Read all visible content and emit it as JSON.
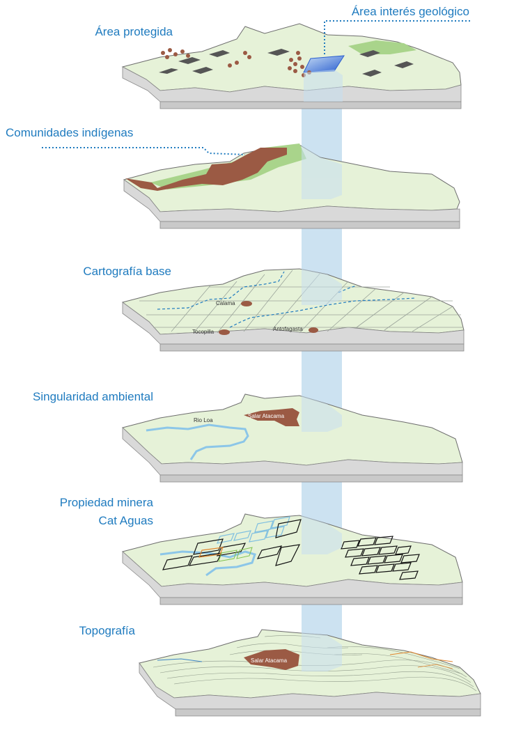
{
  "callouts": {
    "area_interes": "Área interés geológico",
    "area_protegida": "Área protegida",
    "comunidades": "Comunidades indígenas",
    "cartografia": "Cartografía base",
    "singularidad": "Singularidad ambiental",
    "propiedad_line1": "Propiedad minera",
    "propiedad_line2": "Cat Aguas",
    "topografia": "Topografía"
  },
  "map_labels": {
    "calama": "Calama",
    "tocopilla": "Tocopilla",
    "antofagasta": "Antofagasta",
    "rio_loa": "Rio Loa",
    "salar_atacama": "Salar Atacama",
    "salar_atacama_topo": "Salar Atacama"
  },
  "colors": {
    "callout_text": "#1f7bbf",
    "land": "#e6f2d8",
    "land_edge": "#6d6d6d",
    "protected_green": "#a9d48b",
    "indigenous_brown": "#9b5a44",
    "shaft": "#c6dff0",
    "river": "#8cc6e8",
    "rock_side": "#d9d9d9"
  }
}
